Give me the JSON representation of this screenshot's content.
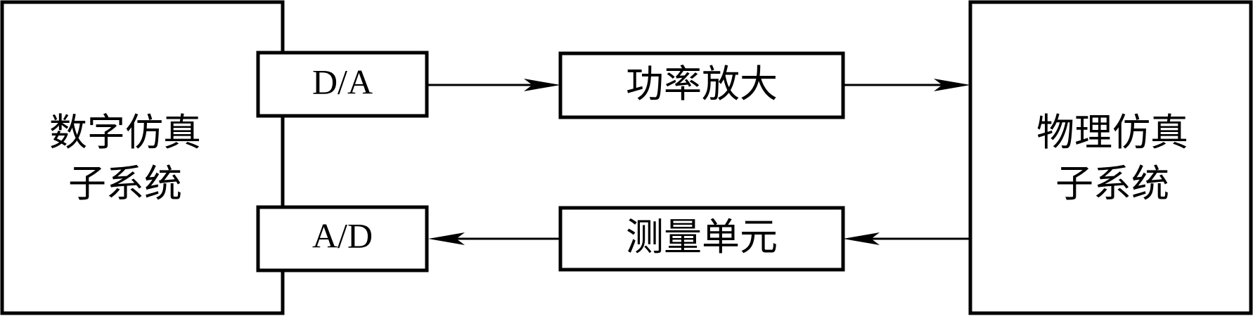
{
  "diagram": {
    "digital_subsystem": {
      "line1": "数字仿真",
      "line2": "子系统"
    },
    "physical_subsystem": {
      "line1": "物理仿真",
      "line2": "子系统"
    },
    "da_converter": "D/A",
    "ad_converter": "A/D",
    "power_amplifier": "功率放大",
    "measurement_unit": "测量单元"
  }
}
